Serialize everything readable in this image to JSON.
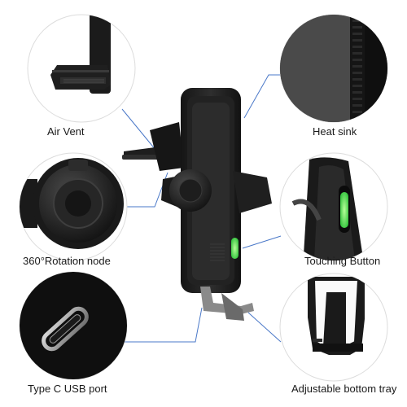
{
  "features": {
    "air_vent": "Air Vent",
    "heat_sink": "Heat sink",
    "rotation_node": "360°Rotation node",
    "touching_button": "Touching Button",
    "usb_port": "Type C USB port",
    "bottom_tray": "Adjustable bottom tray"
  },
  "colors": {
    "accent_green": "#3de04a",
    "connector_blue": "#4a78c8",
    "device_dark": "#1c1c1c"
  }
}
